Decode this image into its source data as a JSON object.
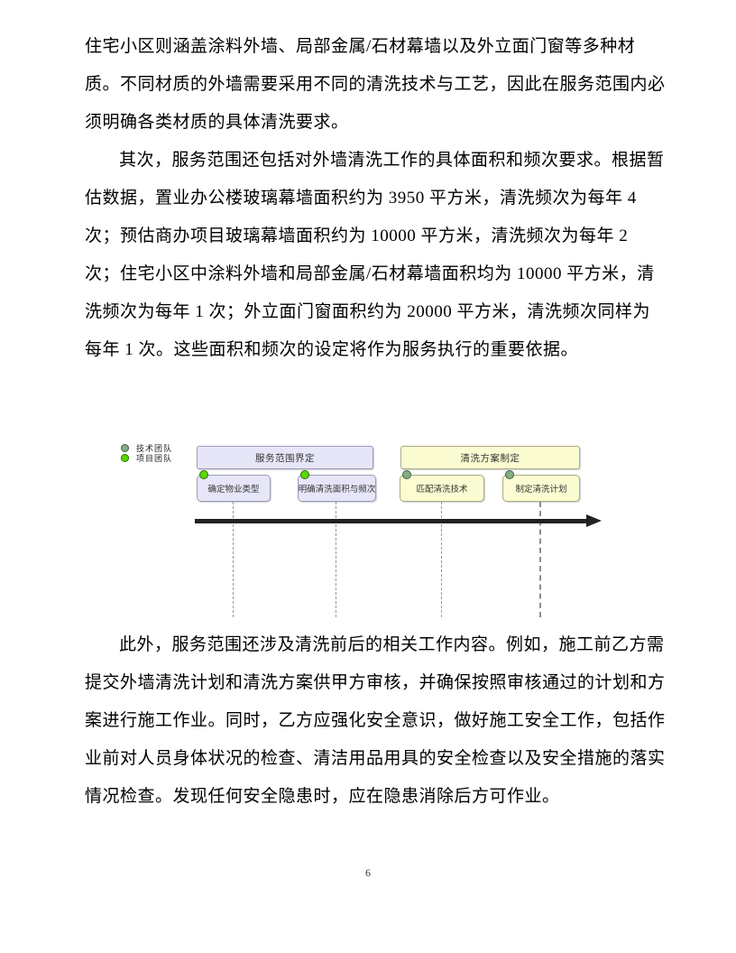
{
  "paragraphs": [
    {
      "lines": [
        "住宅小区则涵盖涂料外墙、局部金属/石材幕墙以及外立面门窗等多种材",
        "质。不同材质的外墙需要采用不同的清洗技术与工艺，因此在服务范围内必",
        "须明确各类材质的具体清洗要求。"
      ]
    },
    {
      "lines": [
        "其次，服务范围还包括对外墙清洗工作的具体面积和频次要求。根据暂",
        "估数据，置业办公楼玻璃幕墙面积约为 3950 平方米，清洗频次为每年 4",
        "次；预估商办项目玻璃幕墙面积约为 10000 平方米，清洗频次为每年 2",
        "次；住宅小区中涂料外墙和局部金属/石材幕墙面积均为 10000 平方米，清",
        "洗频次为每年 1 次；外立面门窗面积约为 20000 平方米，清洗频次同样为",
        "每年 1 次。这些面积和频次的设定将作为服务执行的重要依据。"
      ]
    },
    {
      "lines": [
        "此外，服务范围还涉及清洗前后的相关工作内容。例如，施工前乙方需",
        "提交外墙清洗计划和清洗方案供甲方审核，并确保按照审核通过的计划和方",
        "案进行施工作业。同时，乙方应强化安全意识，做好施工安全工作，包括作",
        "业前对人员身体状况的检查、清洁用品用具的安全检查以及安全措施的落实",
        "情况检查。发现任何安全隐患时，应在隐患消除后方可作业。"
      ]
    }
  ],
  "diagram": {
    "legend": [
      {
        "label": "技术团队",
        "dot_color": "#84AD84",
        "dot_border": "#3F613F"
      },
      {
        "label": "项目团队",
        "dot_color": "#58D800",
        "dot_border": "#2F7000"
      }
    ],
    "phases": [
      {
        "label": "服务范围界定",
        "fill": "#E6E6F8",
        "border": "#9B9BB9"
      },
      {
        "label": "清洗方案制定",
        "fill": "#FCFCD2",
        "border": "#ABAB7F"
      }
    ],
    "tasks": [
      {
        "label": "确定物业类型",
        "team": "项目团队",
        "fill": "#E6E6F8",
        "border": "#9B9BB9",
        "dot_color": "#58D800",
        "dot_border": "#2F7000"
      },
      {
        "label": "明确清洗面积与频次",
        "team": "项目团队",
        "fill": "#E6E6F8",
        "border": "#9B9BB9",
        "dot_color": "#58D800",
        "dot_border": "#2F7000"
      },
      {
        "label": "匹配清洗技术",
        "team": "技术团队",
        "fill": "#FCFCD2",
        "border": "#ABAB7F",
        "dot_color": "#84AD84",
        "dot_border": "#3F613F"
      },
      {
        "label": "制定清洗计划",
        "team": "技术团队",
        "fill": "#FCFCD2",
        "border": "#ABAB7F",
        "dot_color": "#84AD84",
        "dot_border": "#3F613F"
      }
    ]
  },
  "footer": {
    "page_number": "6"
  }
}
